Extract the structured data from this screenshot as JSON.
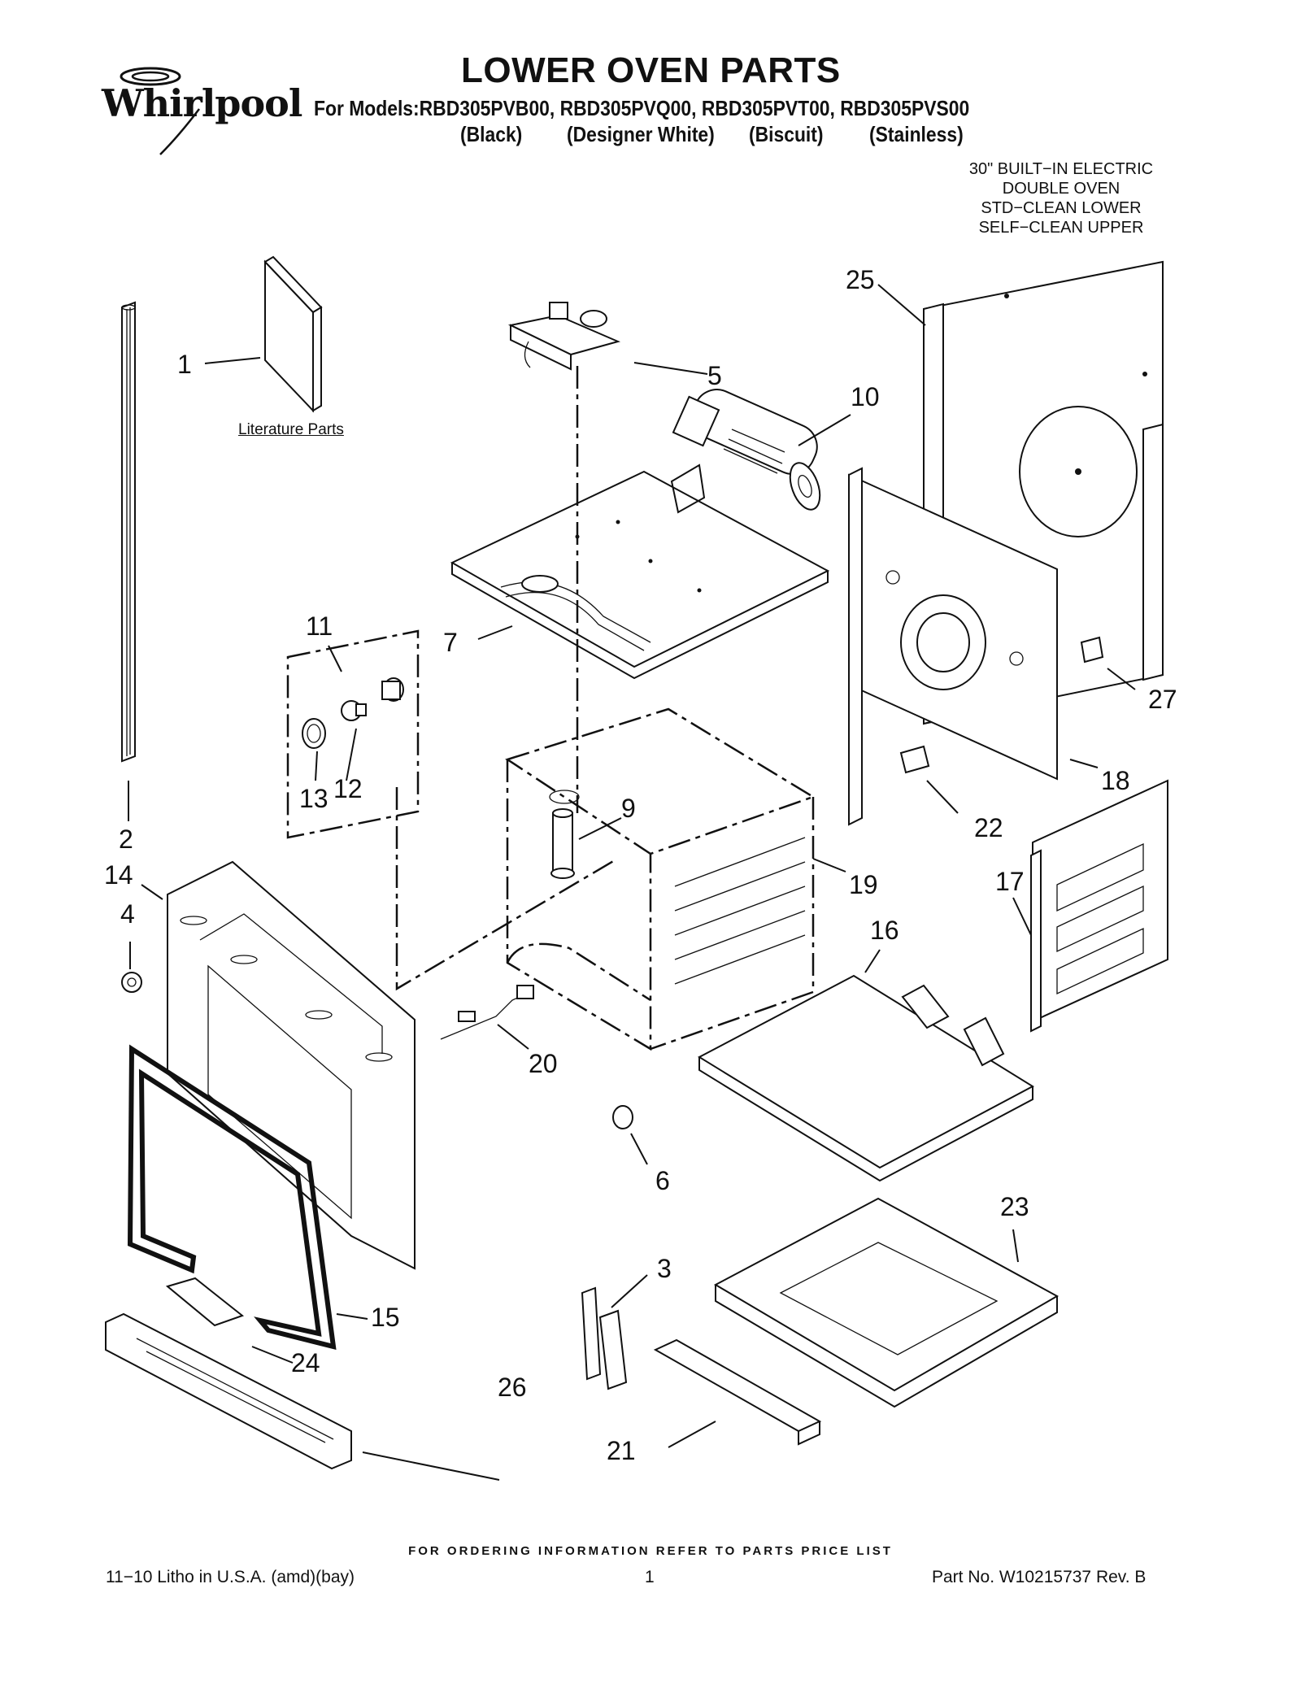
{
  "header": {
    "brand": "Whirlpool",
    "title": "LOWER OVEN PARTS",
    "models_line": "For Models:RBD305PVB00, RBD305PVQ00, RBD305PVT00, RBD305PVS00",
    "colors": [
      "(Black)",
      "(Designer White)",
      "(Biscuit)",
      "(Stainless)"
    ]
  },
  "spec": {
    "line1": "30\" BUILT−IN ELECTRIC",
    "line2": "DOUBLE OVEN",
    "line3": "STD−CLEAN LOWER",
    "line4": "SELF−CLEAN UPPER"
  },
  "literature_label": "Literature Parts",
  "callouts": {
    "c1": "1",
    "c2": "2",
    "c3": "3",
    "c4": "4",
    "c5": "5",
    "c6": "6",
    "c7": "7",
    "c9": "9",
    "c10": "10",
    "c11": "11",
    "c12": "12",
    "c13": "13",
    "c14": "14",
    "c15": "15",
    "c16": "16",
    "c17": "17",
    "c18": "18",
    "c19": "19",
    "c20": "20",
    "c21": "21",
    "c22": "22",
    "c23": "23",
    "c24": "24",
    "c25": "25",
    "c26": "26",
    "c27": "27"
  },
  "footer": {
    "ordering_note": "FOR ORDERING INFORMATION REFER TO PARTS PRICE LIST",
    "litho": "11−10 Litho in U.S.A. (amd)(bay)",
    "page_number": "1",
    "part_number": "Part No. W10215737 Rev. B"
  }
}
